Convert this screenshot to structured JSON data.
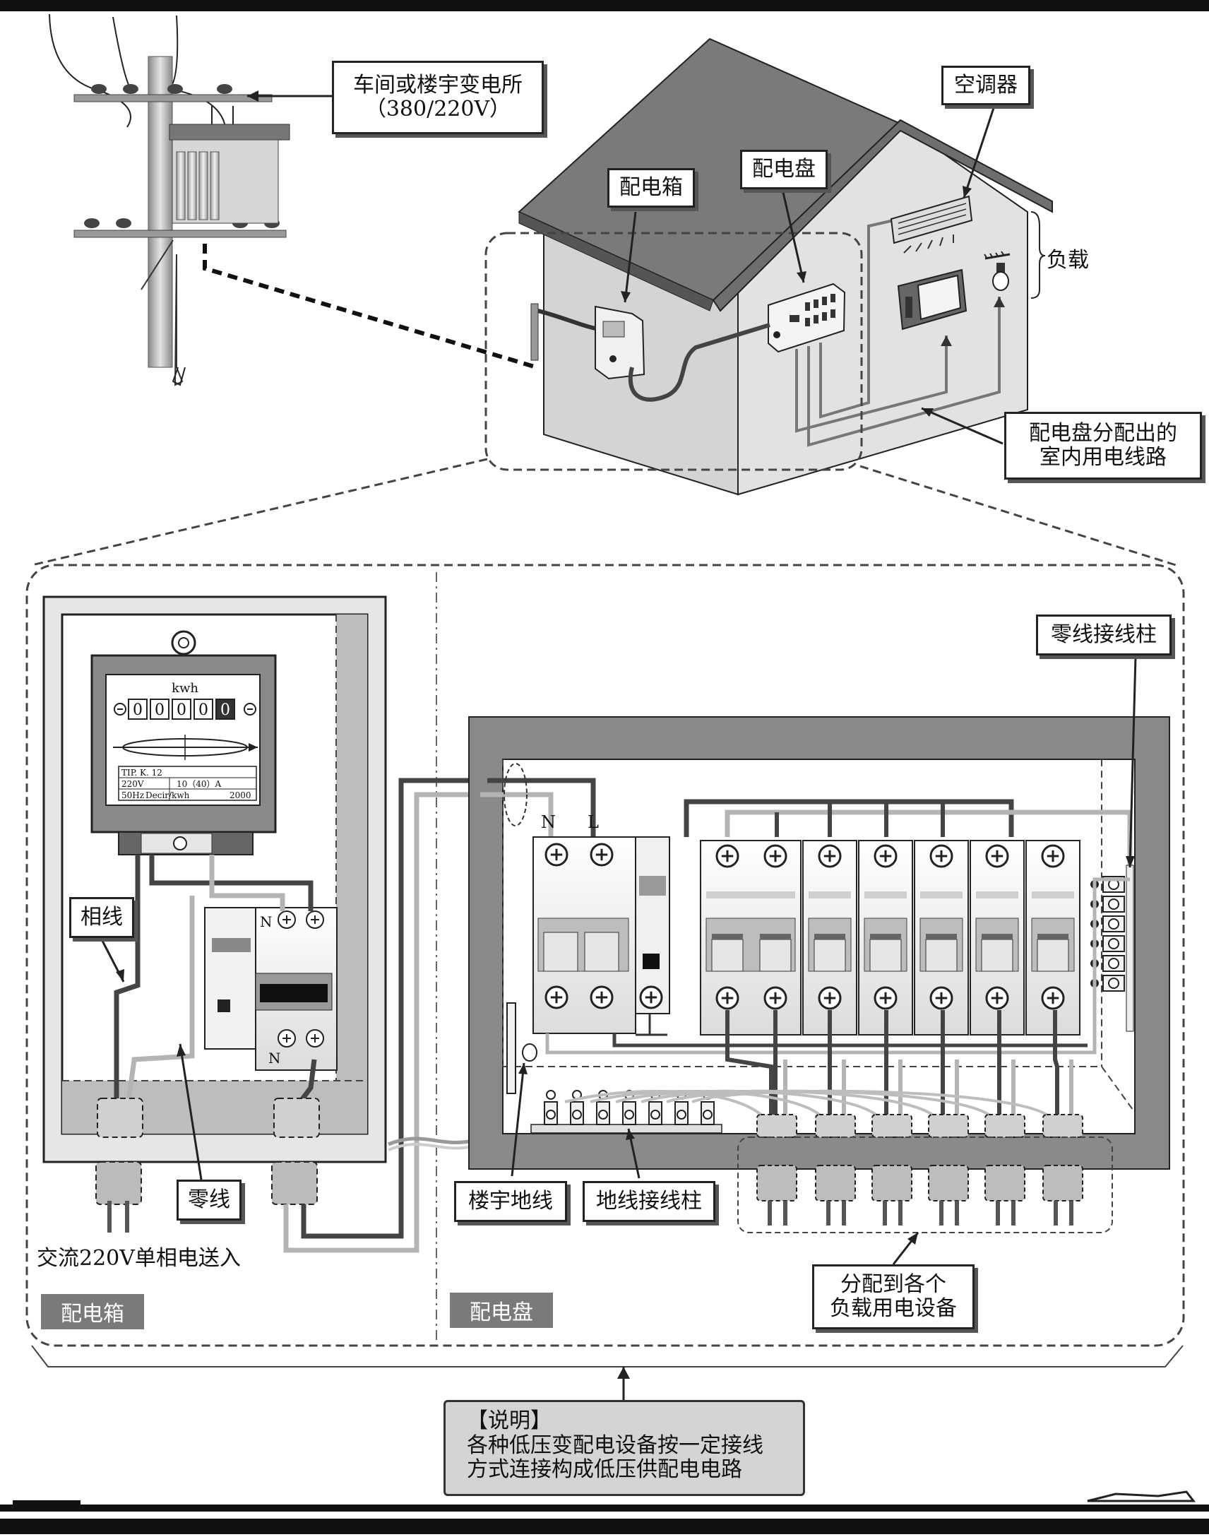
{
  "labels": {
    "substation": [
      "车间或楼宇变电所",
      "（380/220V）"
    ],
    "distribution_box": "配电箱",
    "distribution_board": "配电盘",
    "air_conditioner": "空调器",
    "load": "负载",
    "indoor_circuits": [
      "配电盘分配出的",
      "室内用电线路"
    ],
    "neutral_terminal": "零线接线柱",
    "phase_line": "相线",
    "neutral_line": "零线",
    "ac_input": "交流220V单相电送入",
    "building_ground": "楼宇地线",
    "ground_terminal": "地线接线柱",
    "distribute_loads": [
      "分配到各个",
      "负载用电设备"
    ],
    "panel_box": "配电箱",
    "panel_board": "配电盘"
  },
  "meter": {
    "unit": "kwh",
    "digits": [
      "0",
      "0",
      "0",
      "0",
      "0"
    ],
    "spec_rows": [
      "TIP. K. 12",
      "220V",
      "10（40）A",
      "50Hz",
      "Decir/kwh",
      "2000"
    ]
  },
  "breaker_marks": {
    "n": "N",
    "l": "L"
  },
  "note": {
    "title": "【说明】",
    "lines": [
      "各种低压变配电设备按一定接线",
      "方式连接构成低压供配电电路"
    ]
  },
  "colors": {
    "dark_wire": "#444444",
    "light_wire": "#b4b4b4",
    "roof": "#7a7a7a",
    "wall": "#d8d8d8",
    "panel_frame": "#8a8a8a"
  }
}
